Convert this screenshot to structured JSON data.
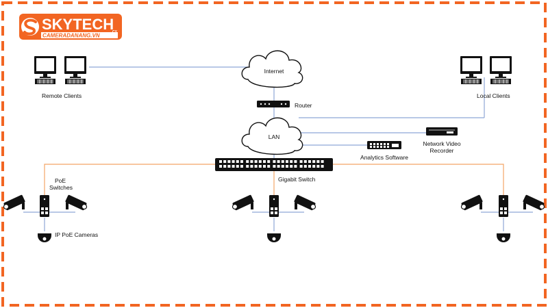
{
  "colors": {
    "accent": "#f26522",
    "border_dash": "#f26522",
    "wan_line": "#8ea7d6",
    "lan_line": "#f4a566",
    "device": "#111111"
  },
  "logo": {
    "brand": "SKYTECH",
    "suffix": "CY",
    "domain": "CAMERADANANG.VN",
    "icon": "s-swirl-icon"
  },
  "labels": {
    "internet": "Internet",
    "router": "Router",
    "lan": "LAN",
    "remote_clients": "Remote Clients",
    "local_clients": "Local Clients",
    "nvr_line1": "Network Video",
    "nvr_line2": "Recorder",
    "analytics": "Analytics Software",
    "gigabit_switch": "Gigabit Switch",
    "poe_line1": "PoE",
    "poe_line2": "Switches",
    "ip_cameras": "IP PoE Cameras"
  },
  "icons": [
    "cloud-icon",
    "router-icon",
    "monitor-icon",
    "keyboard-icon",
    "nvr-icon",
    "switch-icon",
    "poe-switch-icon",
    "bullet-camera-icon",
    "dome-camera-icon"
  ]
}
